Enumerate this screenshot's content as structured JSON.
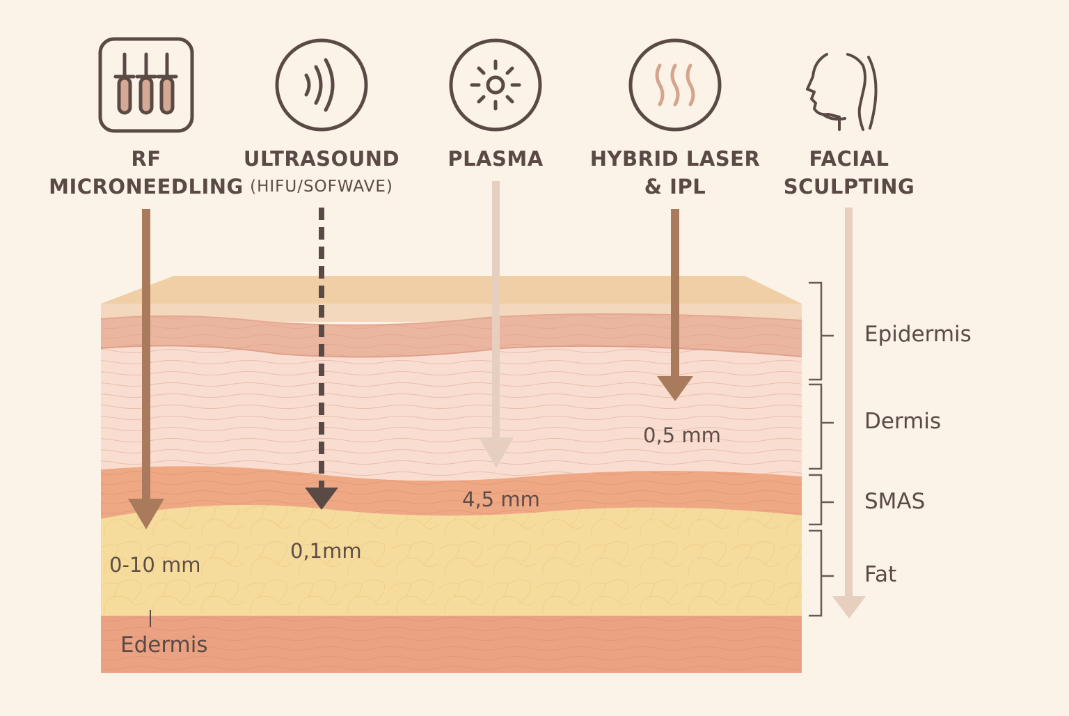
{
  "treatments": {
    "rf": {
      "line1": "RF",
      "line2": "MICRONEEDLING",
      "depth": "0-10 mm",
      "icon": "microneedle-icon"
    },
    "ultrasound": {
      "line1": "ULTRASOUND",
      "line2": "(HIFU/SOFWAVE)",
      "depth": "0,1mm",
      "icon": "ultrasound-wave-icon"
    },
    "plasma": {
      "line1": "PLASMA",
      "depth": "4,5 mm",
      "icon": "plasma-spark-icon"
    },
    "hybrid": {
      "line1": "HYBRID LASER",
      "line2": "& IPL",
      "depth": "0,5 mm",
      "icon": "heat-waves-icon"
    },
    "sculpting": {
      "line1": "FACIAL",
      "line2": "SCULPTING",
      "icon": "face-profile-icon"
    }
  },
  "layers": {
    "epidermis": "Epidermis",
    "dermis": "Dermis",
    "smas": "SMAS",
    "fat": "Fat"
  },
  "bottom_label": "Edermis",
  "colors": {
    "background": "#fbf2e8",
    "top_surface": "#f1cfa6",
    "epidermis": "#ebb6a0",
    "dermis": "#f8ddd0",
    "smas": "#eea884",
    "fat": "#f6dc9c",
    "bottom": "#eaa282",
    "arrow_dark": "#a97a5c",
    "arrow_light": "#e6cfbf",
    "icon_stroke": "#5a4a45"
  }
}
